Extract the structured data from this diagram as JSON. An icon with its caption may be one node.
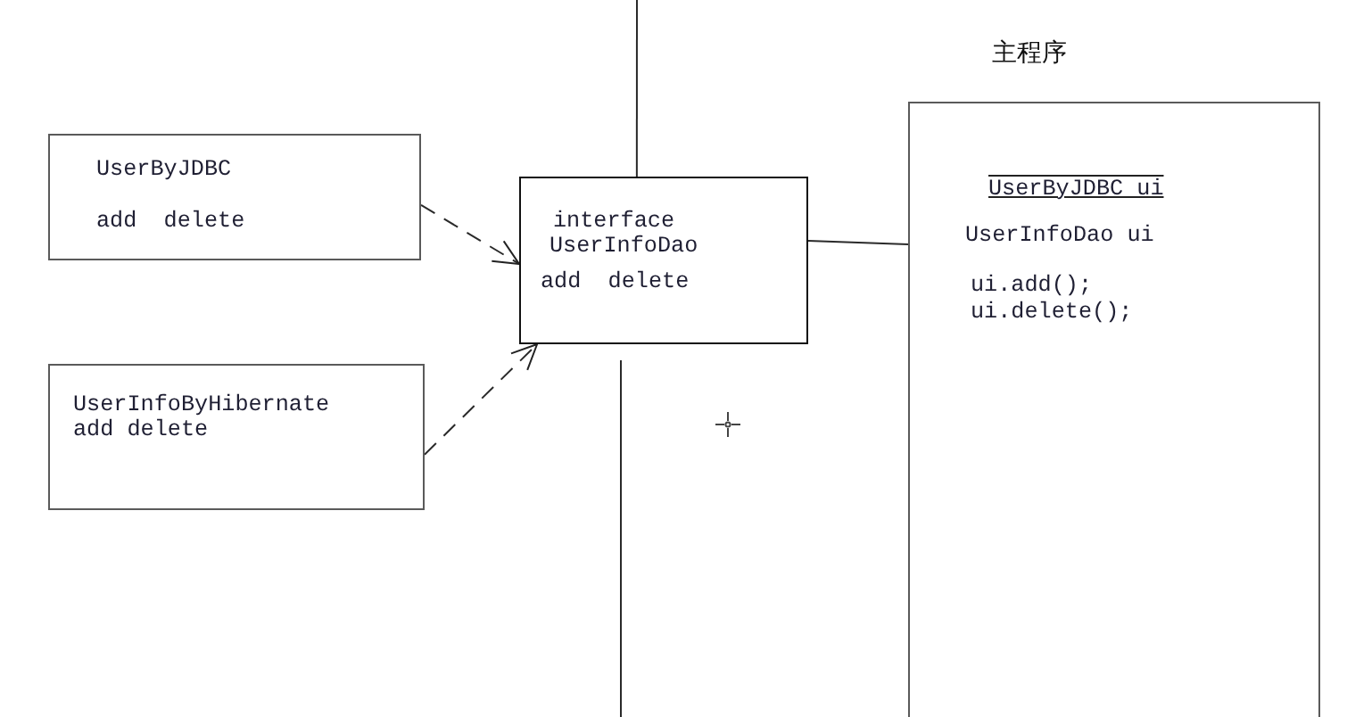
{
  "diagram": {
    "nodes": [
      {
        "text": [
          "UserByJDBC",
          "add  delete"
        ]
      },
      {
        "text": [
          "UserInfoByHibernate",
          "add delete"
        ]
      },
      {
        "text": [
          "interface",
          "UserInfoDao",
          "add  delete"
        ]
      },
      {
        "text": [
          "主程序",
          "UserByJDBC ui",
          "UserInfoDao ui",
          "ui.add();",
          "ui.delete();"
        ]
      }
    ],
    "edges": [
      {
        "from": 0,
        "to": 2,
        "arrow": "to",
        "style": "dashed"
      },
      {
        "from": 1,
        "to": 2,
        "arrow": "to",
        "style": "dashed"
      },
      {
        "from": null,
        "to": 2,
        "arrow": "none"
      },
      {
        "from": 2,
        "to": 3,
        "arrow": "none"
      }
    ]
  }
}
